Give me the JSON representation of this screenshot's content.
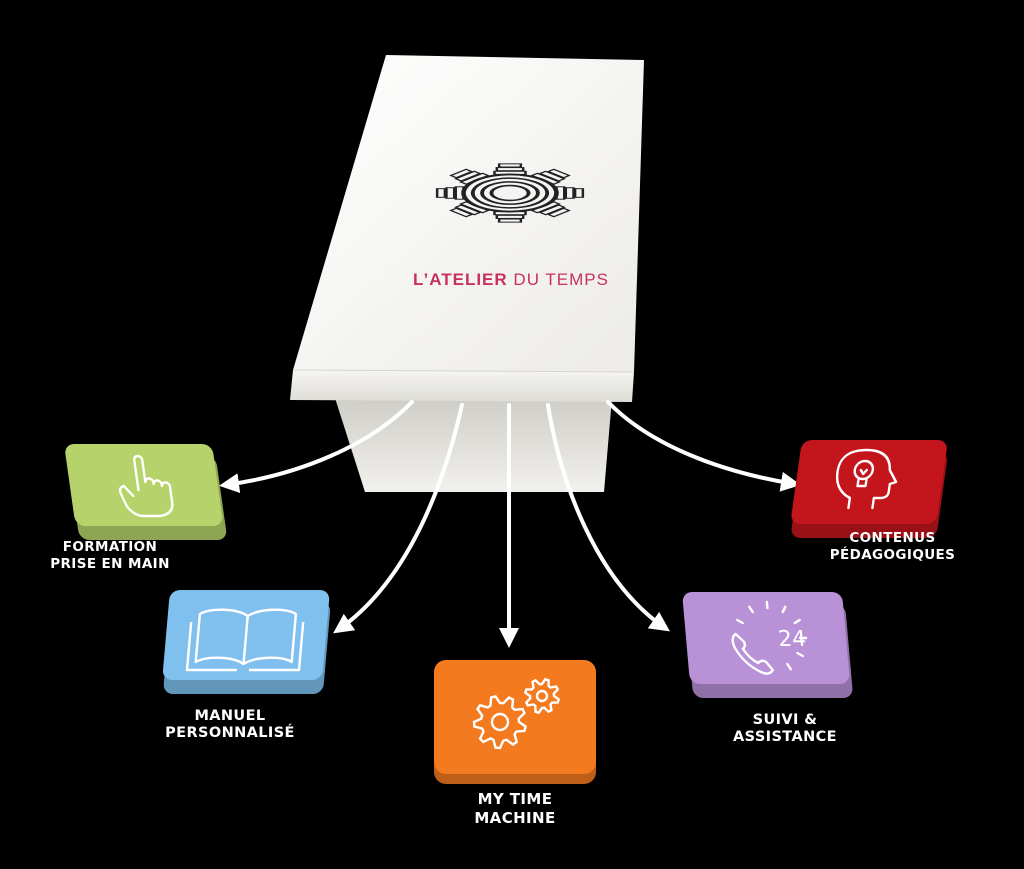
{
  "box": {
    "brand_bold": "L’ATELIER",
    "brand_light": " DU TEMPS",
    "brand_color": "#c8305f",
    "logo": "clockwork-gear-logo"
  },
  "tiles": [
    {
      "id": "formation",
      "lines": [
        "FORMATION",
        "PRISE EN MAIN"
      ],
      "color": "#b6d36b",
      "icon": "pointing-hand-icon"
    },
    {
      "id": "manuel",
      "lines": [
        "MANUEL",
        "PERSONNALISÉ"
      ],
      "color": "#7fc0ef",
      "icon": "open-book-icon"
    },
    {
      "id": "timemachine",
      "lines": [
        "MY TIME",
        "MACHINE"
      ],
      "color": "#f47a20",
      "icon": "gears-icon"
    },
    {
      "id": "suivi",
      "lines": [
        "SUIVI &",
        "ASSISTANCE"
      ],
      "color": "#b991d6",
      "icon": "phone-24-icon",
      "icon_text": "24"
    },
    {
      "id": "contenus",
      "lines": [
        "CONTENUS",
        "PÉDAGOGIQUES"
      ],
      "color": "#c4141c",
      "icon": "head-lightbulb-icon"
    }
  ]
}
